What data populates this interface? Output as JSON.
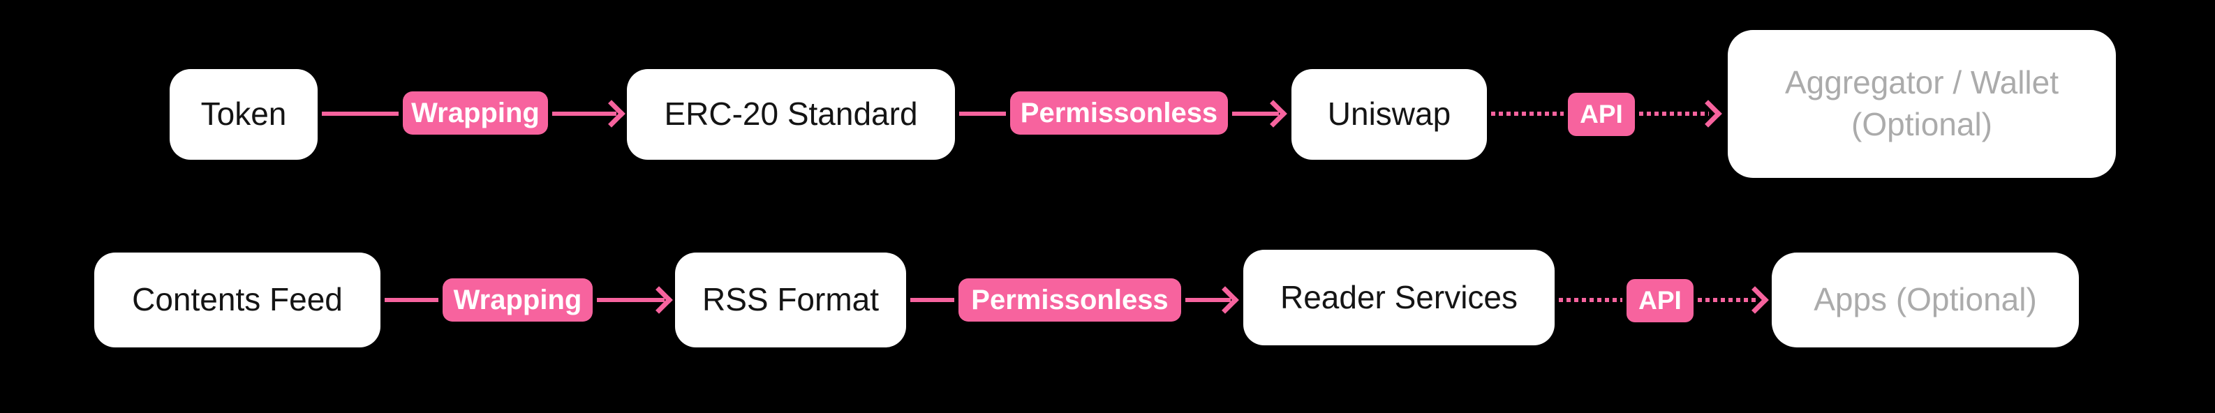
{
  "colors": {
    "background": "#000000",
    "accent": "#F7639E",
    "node_bg": "#FFFFFF",
    "node_text": "#141414",
    "muted_text": "#ABABAB",
    "badge_text": "#FFFFFF"
  },
  "diagram": {
    "row1": {
      "token": "Token",
      "wrapping": "Wrapping",
      "erc20": "ERC-20 Standard",
      "permissonless": "Permissonless",
      "uniswap": "Uniswap",
      "api": "API",
      "aggregator_line1": "Aggregator / Wallet",
      "aggregator_line2": "(Optional)"
    },
    "row2": {
      "contents_feed": "Contents Feed",
      "wrapping": "Wrapping",
      "rss": "RSS Format",
      "permissonless": "Permissonless",
      "reader": "Reader Services",
      "api": "API",
      "apps": "Apps (Optional)"
    }
  }
}
